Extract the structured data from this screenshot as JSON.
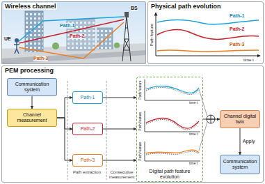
{
  "diagram": {
    "nodes": [
      {
        "text": [
          "Wireless channel"
        ]
      },
      {
        "text": [
          "Physical path evolution"
        ]
      },
      {
        "text": [
          "PEM processing"
        ]
      },
      {
        "text": [
          "Communication system"
        ],
        "in": 2
      },
      {
        "text": [
          "Channel measurement"
        ],
        "in": 2
      },
      {
        "text": [
          "Path-1"
        ],
        "in": 2
      },
      {
        "text": [
          "Path-2"
        ],
        "in": 2
      },
      {
        "text": [
          "Path-3"
        ],
        "in": 2
      },
      {
        "text": [
          "Digital path feature evolution"
        ],
        "in": 2
      },
      {
        "text": [
          "Channel digital twin"
        ],
        "in": 2
      },
      {
        "text": [
          "Communication system"
        ],
        "in": 2
      }
    ],
    "edges": [
      {
        "from": 3,
        "to": 4,
        "arrow": "to"
      },
      {
        "from": 4,
        "to": 5,
        "arrow": "to"
      },
      {
        "from": 4,
        "to": 6,
        "arrow": "to"
      },
      {
        "from": 4,
        "to": 7,
        "arrow": "to"
      },
      {
        "from": 5,
        "to": 8,
        "arrow": "to"
      },
      {
        "from": 6,
        "to": 8,
        "arrow": "to"
      },
      {
        "from": 7,
        "to": 8,
        "arrow": "to"
      },
      {
        "from": 8,
        "to": 9,
        "arrow": "to"
      },
      {
        "from": 9,
        "to": 10,
        "arrow": "to",
        "label": "Apply"
      }
    ],
    "labels": [
      "UE",
      "BS",
      "Path-1",
      "Path-2",
      "Path-3",
      "Path-1",
      "Path-2",
      "Path-3",
      "Path feature",
      "time t",
      "Path extraction",
      "Consecutive measurement",
      "Path feature",
      "time t",
      "Path feature",
      "time t",
      "Path feature",
      "time t"
    ]
  }
}
